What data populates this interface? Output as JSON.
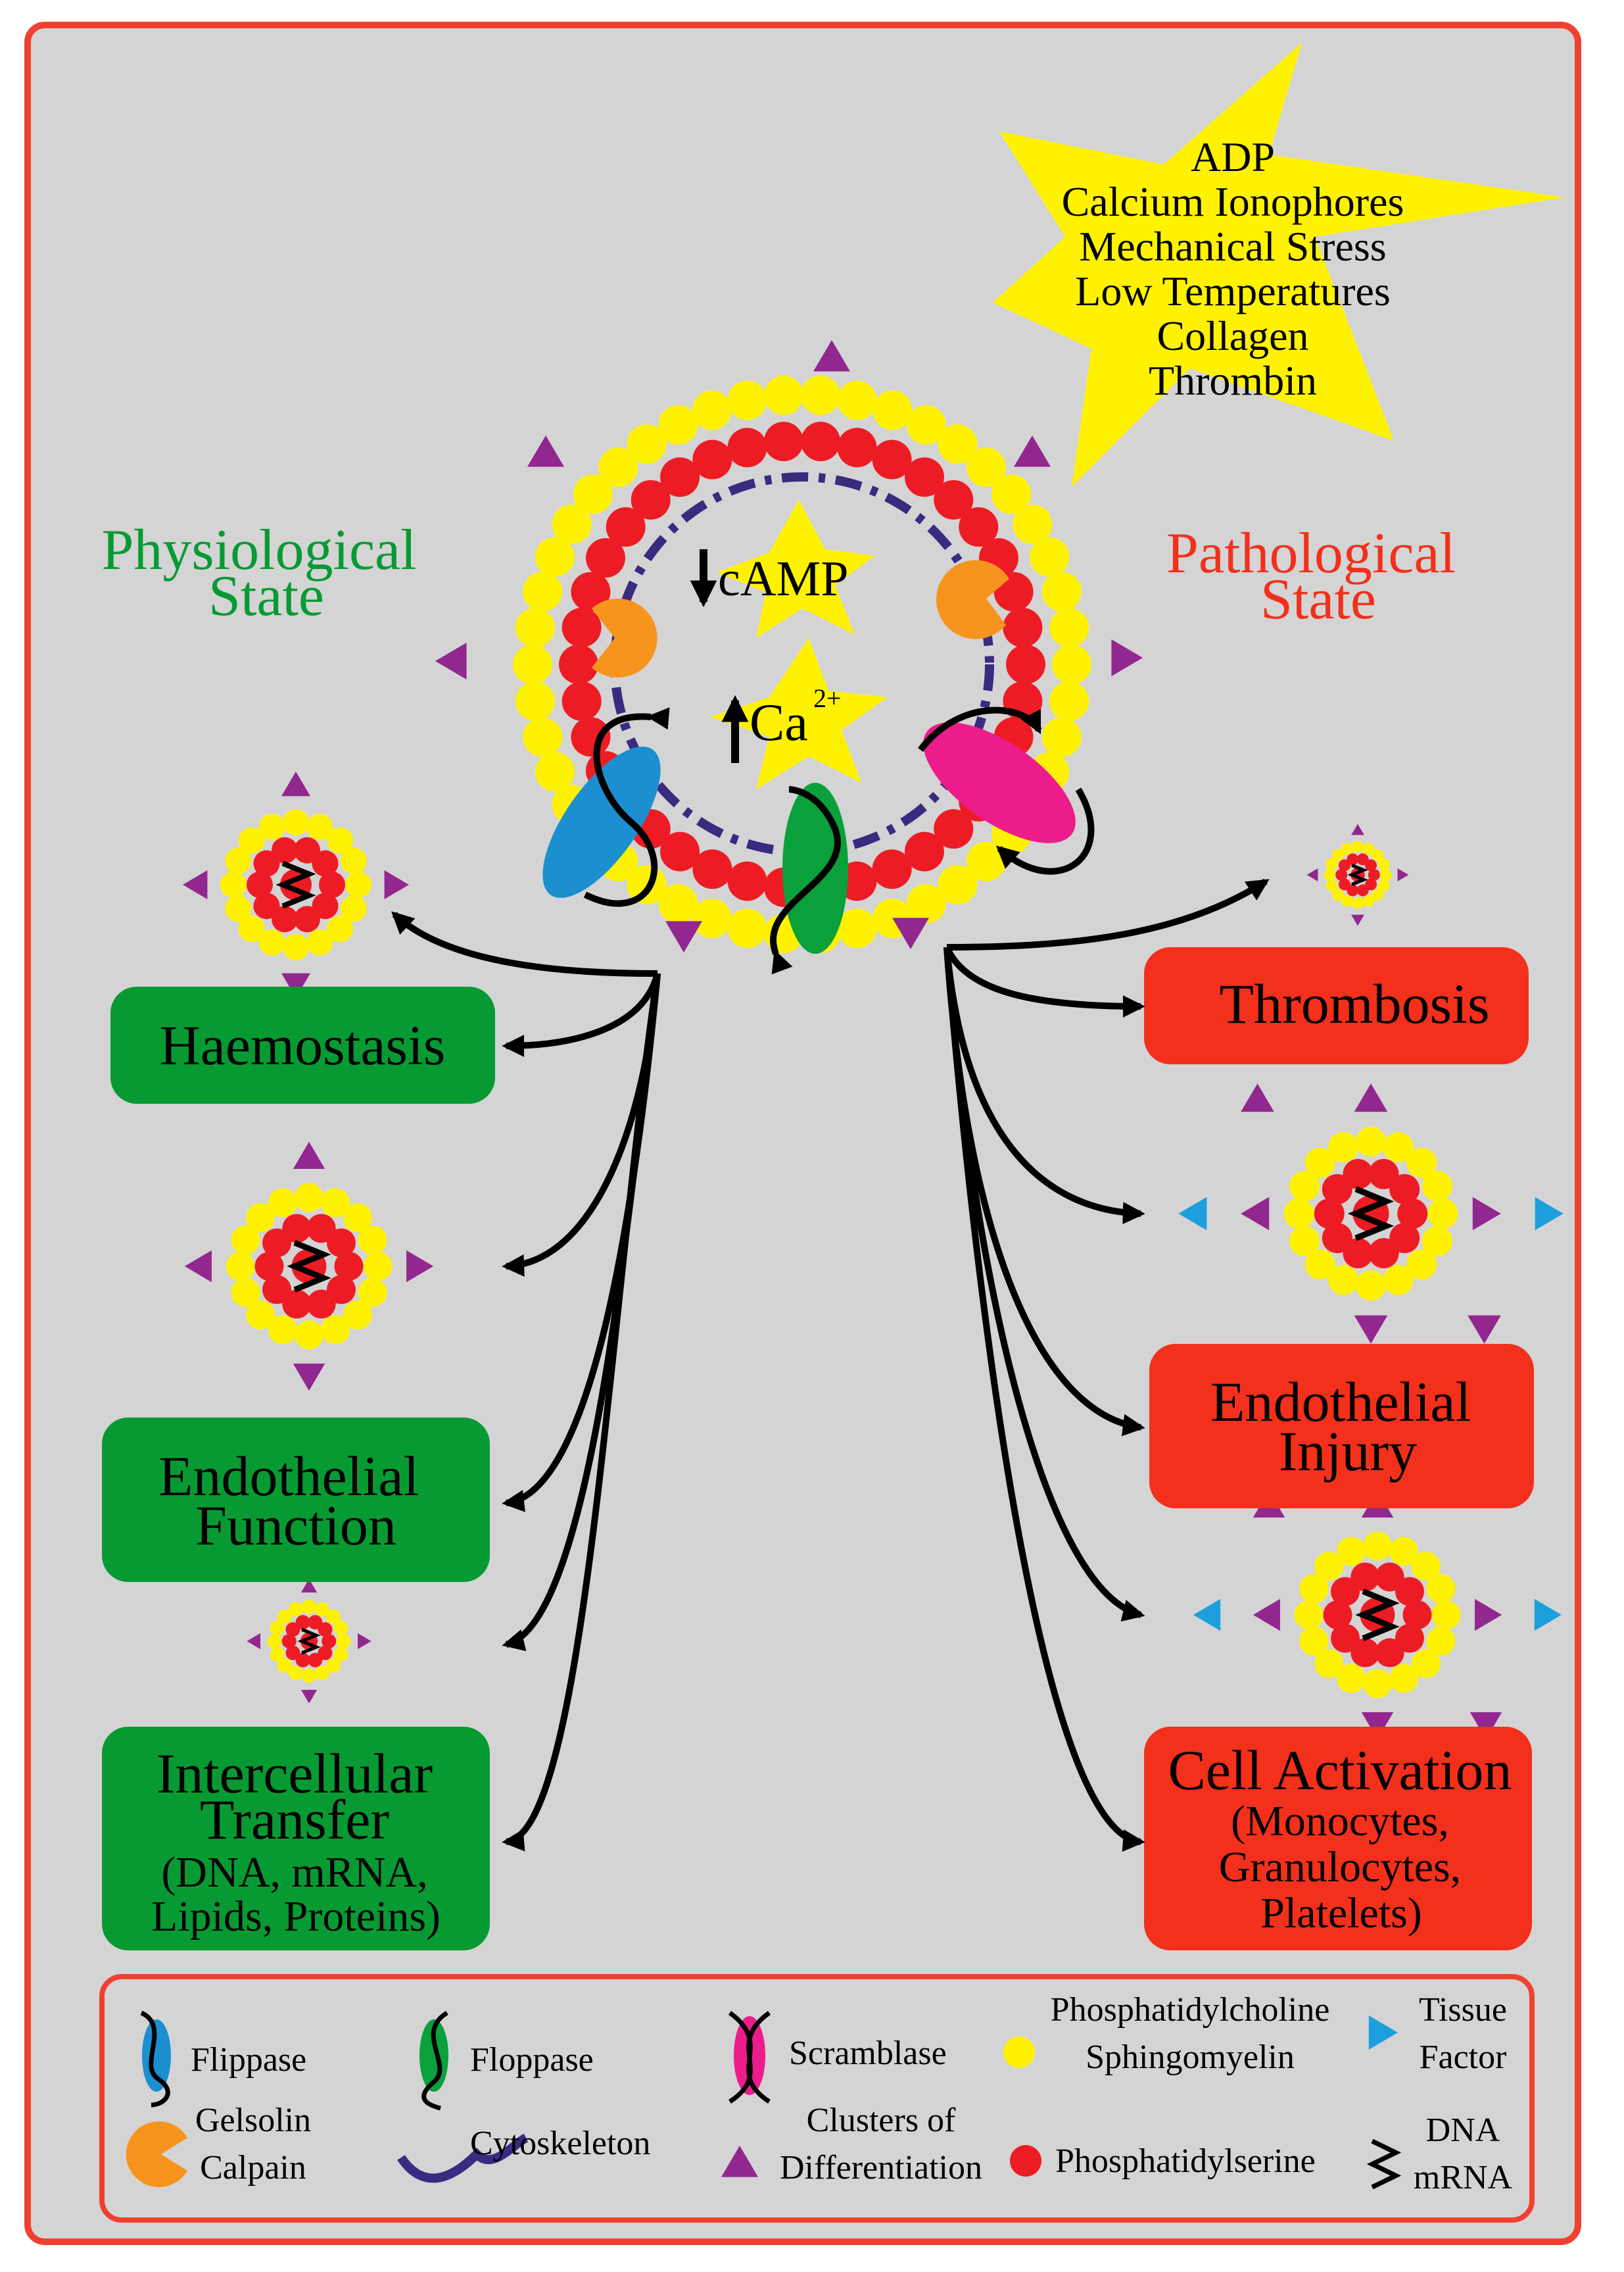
{
  "trigger_star": {
    "lines": [
      "ADP",
      "Calcium Ionophores",
      "Mechanical Stress",
      "Low Temperatures",
      "Collagen",
      "Thrombin"
    ]
  },
  "messengers": {
    "camp": "cAMP",
    "calcium": "Ca",
    "calcium_superscript": "2+"
  },
  "states": {
    "physiological": [
      "Physiological",
      "State"
    ],
    "pathological": [
      "Pathological",
      "State"
    ]
  },
  "physiological_outcomes": {
    "haemostasis": [
      "Haemostasis"
    ],
    "endothelial_function": [
      "Endothelial",
      "Function"
    ],
    "intercellular_transfer": [
      "Intercellular",
      "Transfer",
      "(DNA, mRNA,",
      "Lipids, Proteins)"
    ]
  },
  "pathological_outcomes": {
    "thrombosis": [
      "Thrombosis"
    ],
    "endothelial_injury": [
      "Endothelial",
      "Injury"
    ],
    "cell_activation": [
      "Cell Activation",
      "(Monocytes,",
      "Granulocytes,",
      "Platelets)"
    ]
  },
  "legend": {
    "flippase": "Flippase",
    "floppase": "Floppase",
    "scramblase": "Scramblase",
    "pc_sm": [
      "Phosphatidylcholine",
      "Sphingomyelin"
    ],
    "tissue_factor": [
      "Tissue",
      "Factor"
    ],
    "gelsolin_calpain": [
      "Gelsolin",
      "Calpain"
    ],
    "cytoskeleton": "Cytoskeleton",
    "cd": [
      "Clusters of",
      "Differentiation"
    ],
    "ps": "Phosphatidylserine",
    "dna_mrna": [
      "DNA",
      "mRNA"
    ]
  },
  "colors": {
    "background": "#d4d4d4",
    "frame": "#f04030",
    "star": "#fff200",
    "pc_sm_yellow": "#fff200",
    "ps_red": "#ed1c24",
    "cd_purple": "#92278f",
    "tissue_factor_blue": "#1c9fdc",
    "flippase_blue": "#1c8fd0",
    "floppase_green": "#0aa03c",
    "scramblase_pink": "#ec1c8c",
    "gelsolin_orange": "#f7941d",
    "cytoskeleton_navy": "#3a2a80",
    "physiological_green": "#079a33",
    "pathological_red": "#f2301c"
  }
}
